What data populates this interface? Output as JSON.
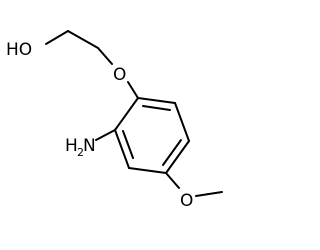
{
  "molecule": {
    "labels": {
      "hydroxyl": "HO",
      "ether_oxygen": "O",
      "amine_h": "H",
      "amine_subscript": "2",
      "amine_n": "N",
      "methoxy_oxygen": "O"
    }
  }
}
